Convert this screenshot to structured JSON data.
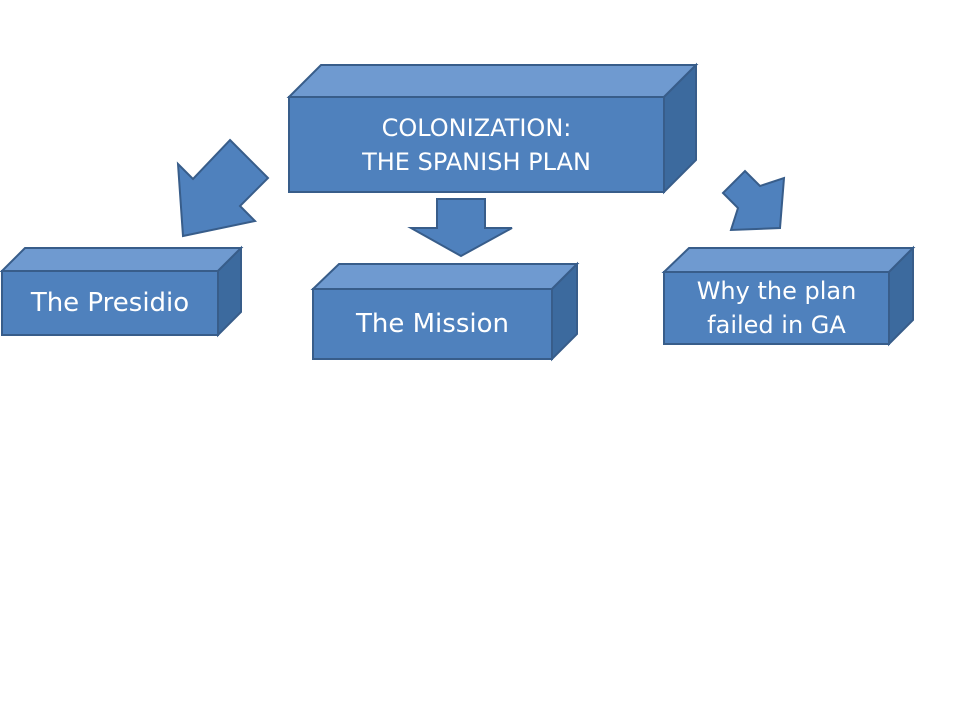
{
  "diagram": {
    "main_block": {
      "line1": "COLONIZATION:",
      "line2": "THE SPANISH PLAN"
    },
    "branches": [
      {
        "label": "The Presidio"
      },
      {
        "label": "The Mission"
      },
      {
        "label_line1": "Why the plan",
        "label_line2": "failed in GA"
      }
    ]
  },
  "colors": {
    "front_face": "#4f81bd",
    "top_face": "#6f9ad0",
    "side_face": "#3c6a9e",
    "outline": "#385d8a",
    "text": "#ffffff"
  }
}
